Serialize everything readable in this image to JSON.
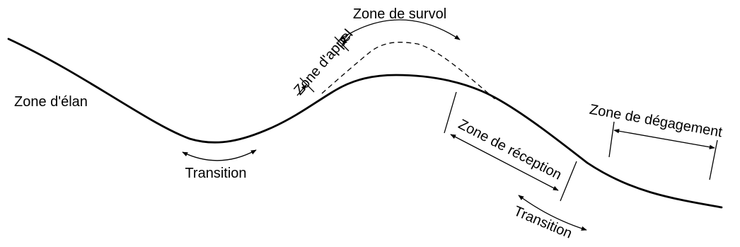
{
  "diagram": {
    "labels": {
      "elan": "Zone d'élan",
      "survol": "Zone de survol",
      "appel": "Zone d'appel",
      "reception": "Zone de réception",
      "degagement": "Zone de dégagement",
      "transition_1": "Transition",
      "transition_2": "Transition"
    },
    "colors": {
      "line": "#000000",
      "background": "#ffffff"
    }
  }
}
